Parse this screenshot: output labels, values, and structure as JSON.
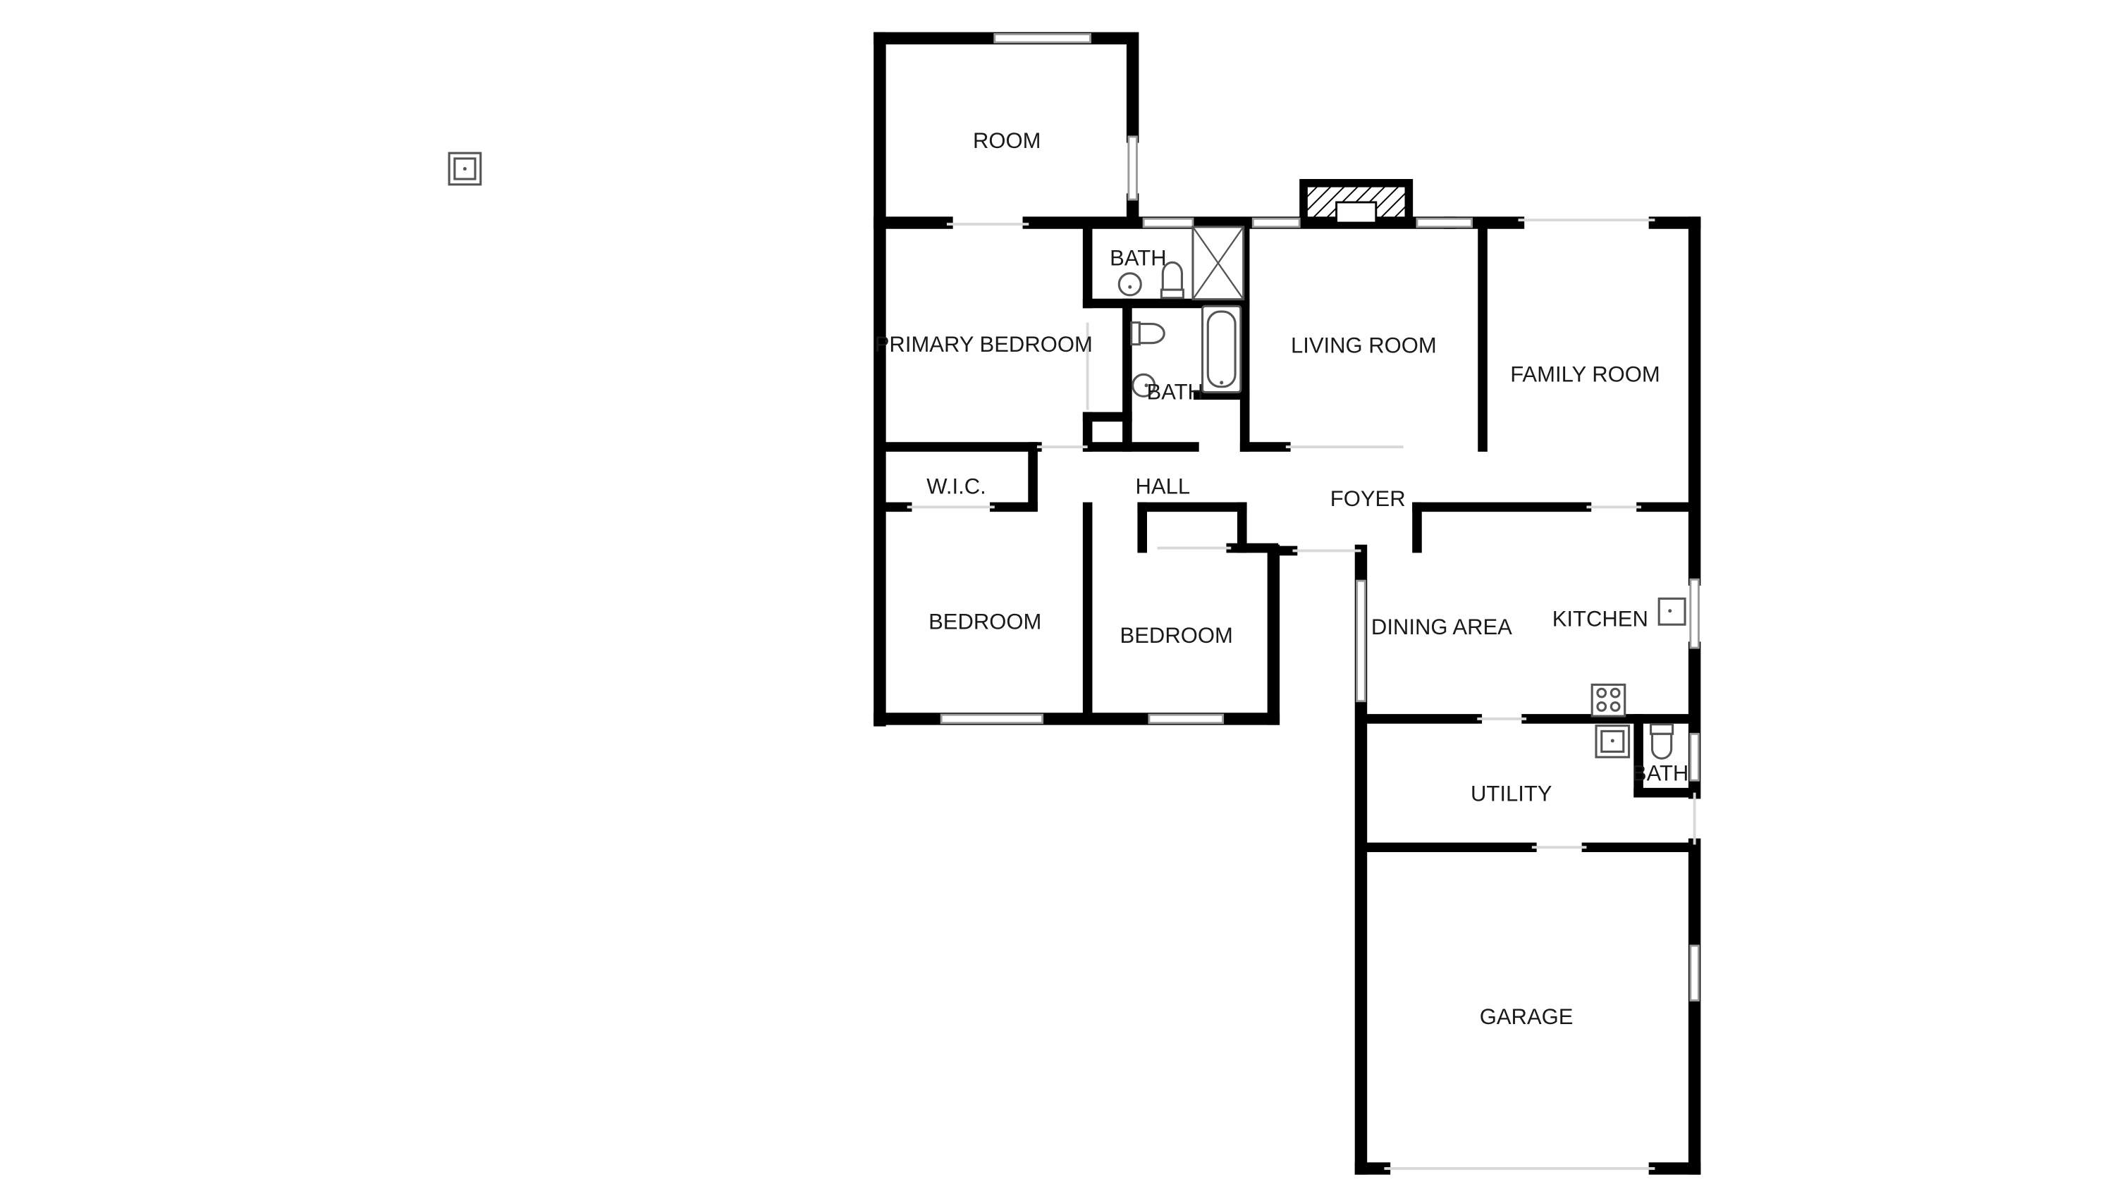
{
  "floorplan": {
    "rooms": {
      "room": "ROOM",
      "primary_bedroom": "PRIMARY BEDROOM",
      "bath_top": "BATH",
      "bath_mid": "BATH",
      "living_room": "LIVING ROOM",
      "family_room": "FAMILY ROOM",
      "wic": "W.I.C.",
      "hall": "HALL",
      "foyer": "FOYER",
      "bedroom_left": "BEDROOM",
      "bedroom_right": "BEDROOM",
      "dining_area": "DINING AREA",
      "kitchen": "KITCHEN",
      "utility": "UTILITY",
      "bath_small": "BATH",
      "garage": "GARAGE"
    },
    "colors": {
      "wall": "#000000",
      "background": "#ffffff",
      "text": "#1a1a1a",
      "window": "#9a9a9a"
    },
    "icons": [
      "sink-icon",
      "toilet-icon",
      "bathtub-icon",
      "shower-icon",
      "stove-icon",
      "fireplace-icon"
    ]
  }
}
